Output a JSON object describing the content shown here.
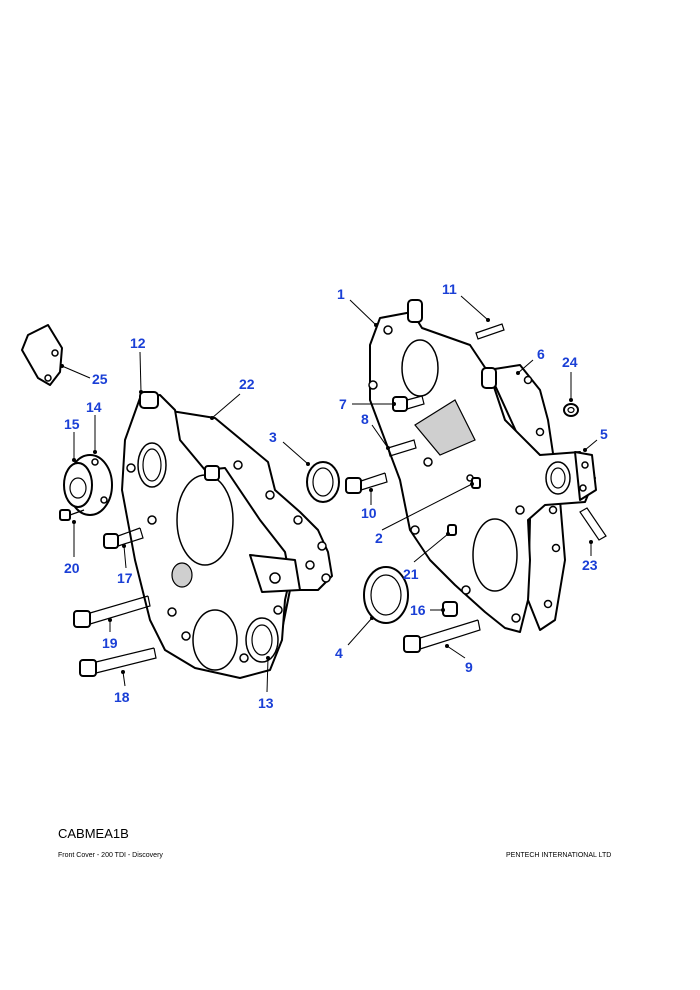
{
  "drawing_code": "CABMEA1B",
  "footer": {
    "left": "Front Cover - 200 TDI - Discovery",
    "right": "PENTECH INTERNATIONAL LTD"
  },
  "callouts": {
    "c1": "1",
    "c2": "2",
    "c4": "4",
    "c5": "5",
    "c6": "6",
    "c7": "7",
    "c8": "8",
    "c9": "9",
    "c10": "10",
    "c11": "11",
    "c12": "12",
    "c13": "13",
    "c14": "14",
    "c15": "15",
    "c16": "16",
    "c17": "17",
    "c18": "18",
    "c19": "19",
    "c20": "20",
    "c21": "21",
    "c22": "22",
    "c23": "23",
    "c24": "24",
    "c25": "25",
    "c3": "3"
  },
  "colors": {
    "callout": "#1a3fd6",
    "line": "#000000"
  }
}
